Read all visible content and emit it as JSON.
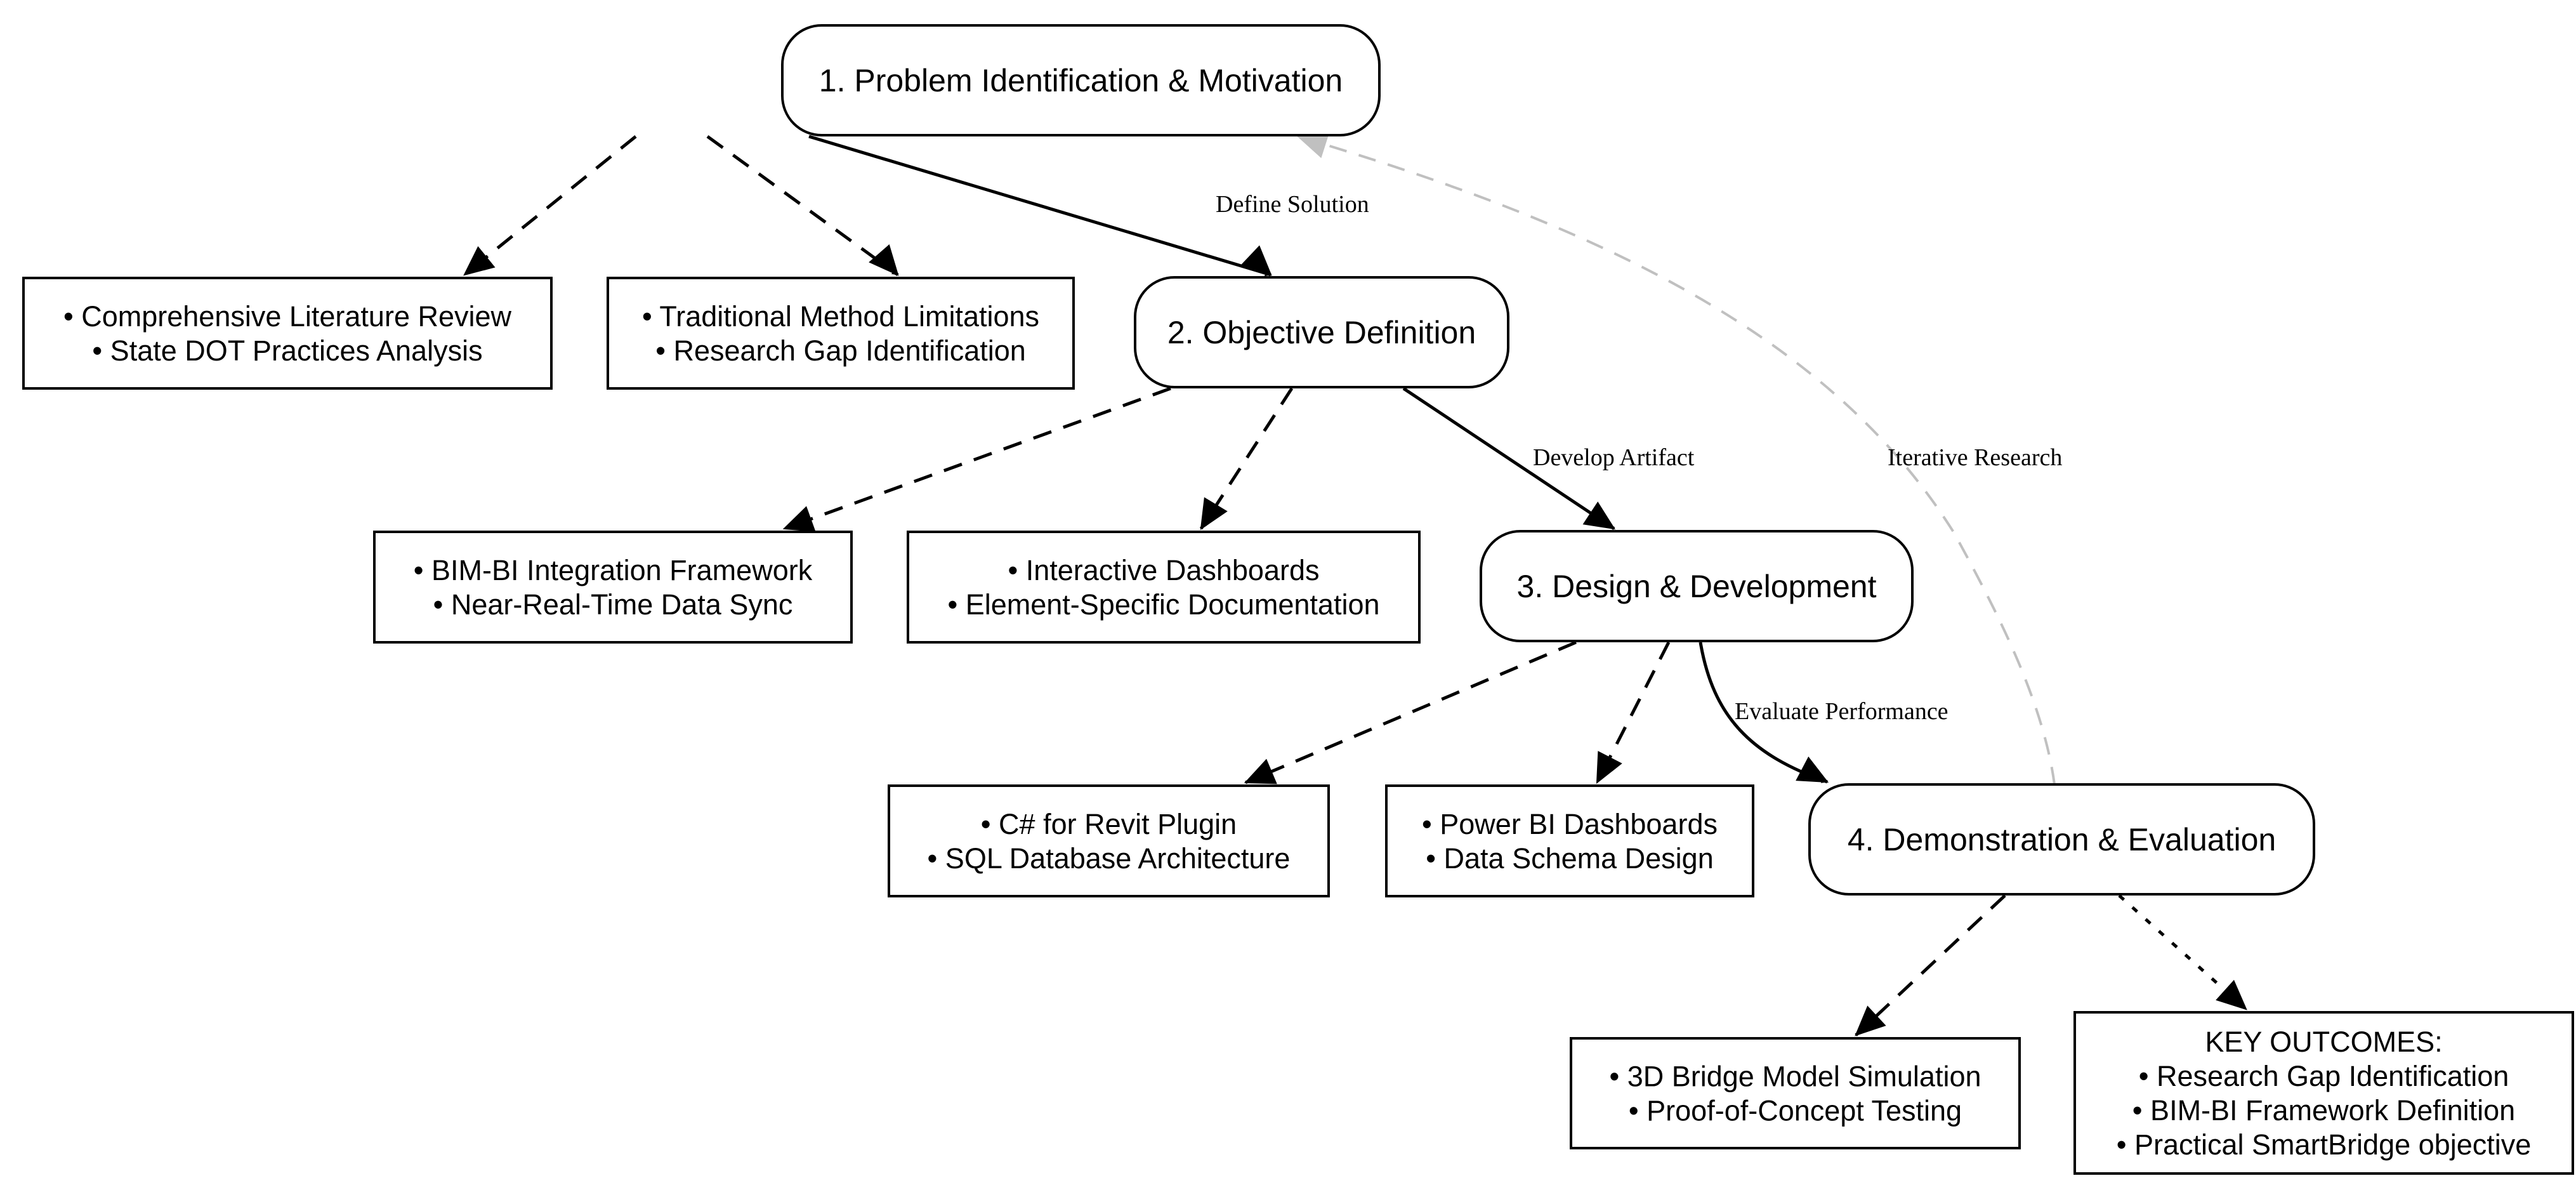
{
  "colors": {
    "stroke": "#000000",
    "feedback": "#c0c0c0",
    "fill": "#ffffff"
  },
  "stages": [
    {
      "label": "1. Problem Identification & Motivation"
    },
    {
      "label": "2. Objective Definition"
    },
    {
      "label": "3. Design & Development"
    },
    {
      "label": "4. Demonstration & Evaluation"
    }
  ],
  "details": [
    {
      "lines": [
        "• Comprehensive Literature Review",
        "• State DOT Practices Analysis"
      ]
    },
    {
      "lines": [
        "• Traditional Method Limitations",
        "• Research Gap Identification"
      ]
    },
    {
      "lines": [
        "• BIM-BI Integration Framework",
        "• Near-Real-Time Data Sync"
      ]
    },
    {
      "lines": [
        "• Interactive Dashboards",
        "• Element-Specific Documentation"
      ]
    },
    {
      "lines": [
        "• C# for Revit Plugin",
        "• SQL Database Architecture"
      ]
    },
    {
      "lines": [
        "• Power BI Dashboards",
        "• Data Schema Design"
      ]
    },
    {
      "lines": [
        "• 3D Bridge Model Simulation",
        "• Proof-of-Concept Testing"
      ]
    },
    {
      "lines": [
        "KEY OUTCOMES:",
        "• Research Gap Identification",
        "• BIM-BI Framework Definition",
        "• Practical SmartBridge objective"
      ]
    }
  ],
  "edge_labels": {
    "define": "Define Solution",
    "develop": "Develop Artifact",
    "evaluate": "Evaluate Performance",
    "iterative": "Iterative Research"
  }
}
